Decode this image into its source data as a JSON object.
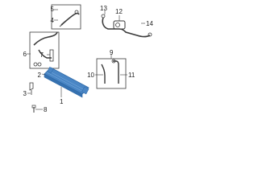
{
  "callouts": {
    "c1": "1",
    "c2": "2",
    "c3": "3",
    "c4": "4",
    "c5": "5",
    "c6": "6",
    "c7": "7",
    "c8": "8",
    "c9": "9",
    "c10": "10",
    "c11": "11"
  },
  "colors": {
    "line": "#3a3a3a",
    "part_highlight": "#4a86c5",
    "part_highlight_dark": "#2f6aa8",
    "background": "#ffffff"
  },
  "icons": {
    "cooler_assembly": "oil-cooler-assembly-icon",
    "bracket": "mounting-bracket-icon",
    "bolt": "bolt-icon"
  }
}
